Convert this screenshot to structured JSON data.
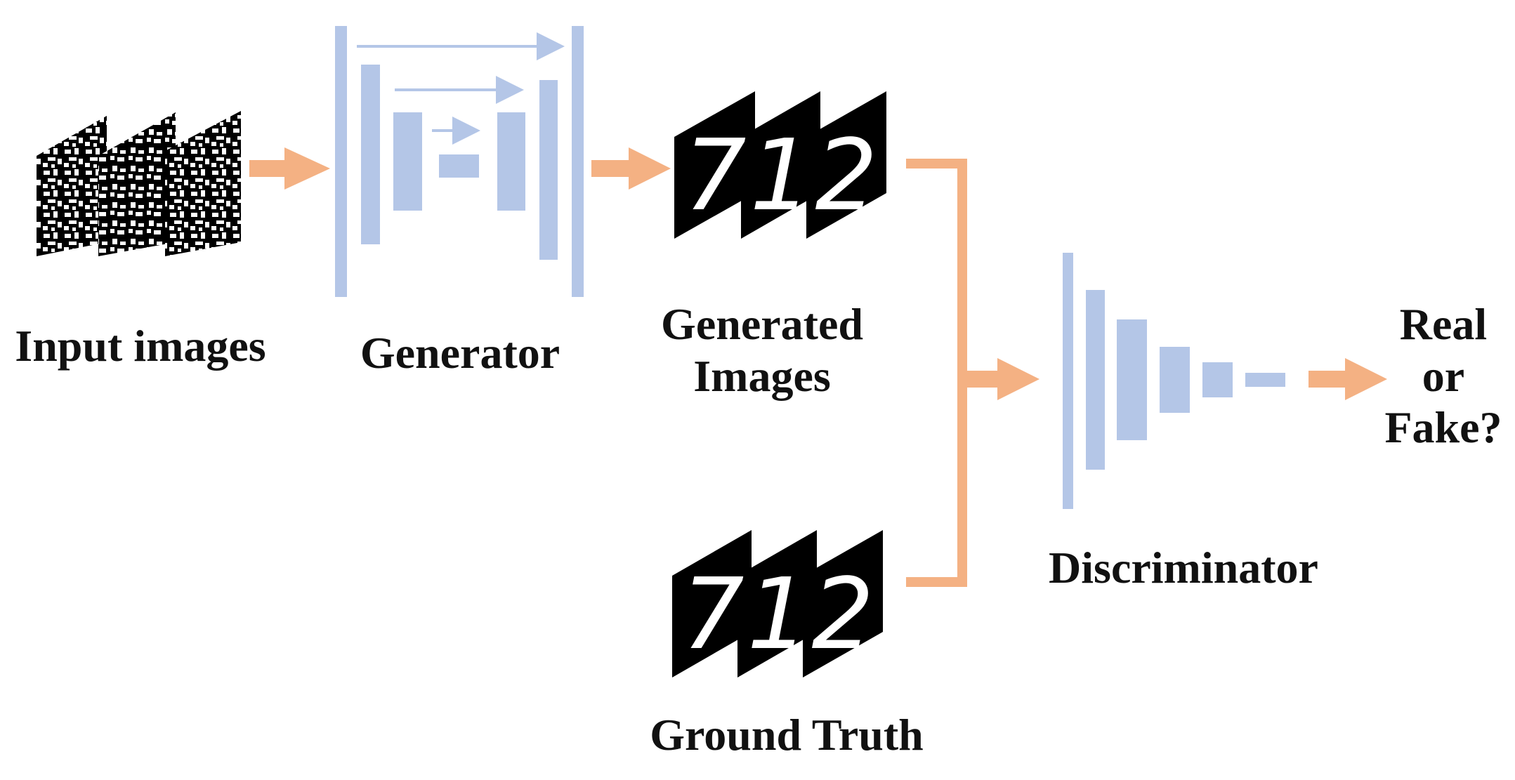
{
  "labels": {
    "input_images": "Input images",
    "generator": "Generator",
    "generated_line1": "Generated",
    "generated_line2": "Images",
    "ground_truth": "Ground Truth",
    "discriminator": "Discriminator",
    "output_line1": "Real",
    "output_line2": "or",
    "output_line3": "Fake?"
  },
  "digits": {
    "generated": [
      "7",
      "1",
      "2"
    ],
    "ground_truth": [
      "7",
      "1",
      "2"
    ]
  },
  "colors": {
    "layer_blue": "#b4c6e7",
    "flow_orange": "#f4b183",
    "panel_black": "#000000",
    "digit_white": "#ffffff",
    "text": "#111111"
  }
}
